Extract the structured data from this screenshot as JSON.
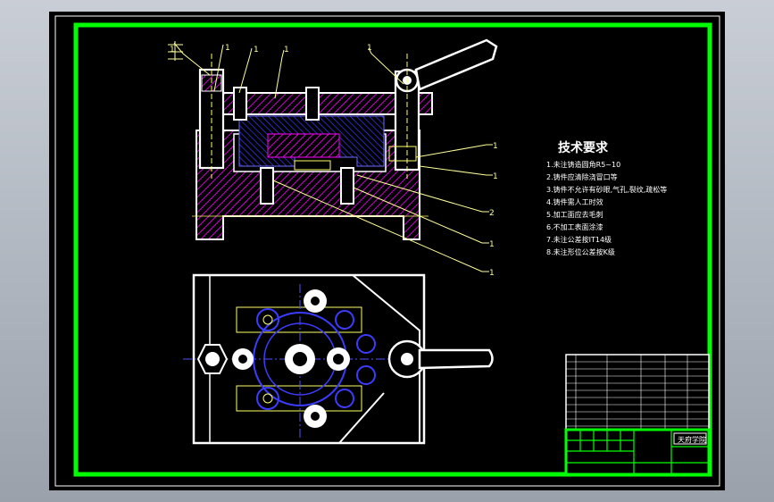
{
  "technical_requirements": {
    "title": "技术要求",
    "items": [
      "1.未注铸造圆角R5~10",
      "2.铸件应清除浇冒口等",
      "3.铸件不允许有砂眼,气孔,裂纹,疏松等",
      "4.铸件需人工时效",
      "5.加工面应去毛刺",
      "6.不加工表面涂漆",
      "7.未注公差按IT14级",
      "8.未注形位公差按K级"
    ]
  },
  "part_labels": [
    "1",
    "1",
    "1",
    "1",
    "1",
    "1",
    "1",
    "1",
    "1",
    "2",
    "1"
  ],
  "title_block": {
    "school": "天府学院"
  },
  "colors": {
    "background": "#000000",
    "border_green": "#00ff00",
    "outline_white": "#ffffff",
    "hatch_magenta": "#ff00ff",
    "dim_yellow": "#ffff66",
    "center_blue": "#4040ff",
    "leader_yellow": "#ffff99"
  }
}
